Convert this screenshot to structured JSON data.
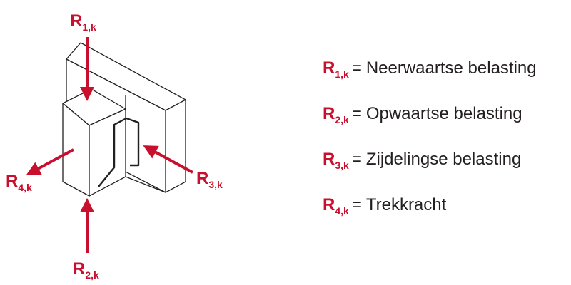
{
  "forces": [
    {
      "id": "r1",
      "symbol": "R",
      "subscript": "1,k",
      "description": "Neerwaartse belasting"
    },
    {
      "id": "r2",
      "symbol": "R",
      "subscript": "2,k",
      "description": "Opwaartse belasting"
    },
    {
      "id": "r3",
      "symbol": "R",
      "subscript": "3,k",
      "description": "Zijdelingse belasting"
    },
    {
      "id": "r4",
      "symbol": "R",
      "subscript": "4,k",
      "description": "Trekkracht"
    }
  ],
  "legend": {
    "equals": "="
  },
  "colors": {
    "accent": "#c8102e",
    "outline": "#231f20",
    "text": "#231f20"
  }
}
